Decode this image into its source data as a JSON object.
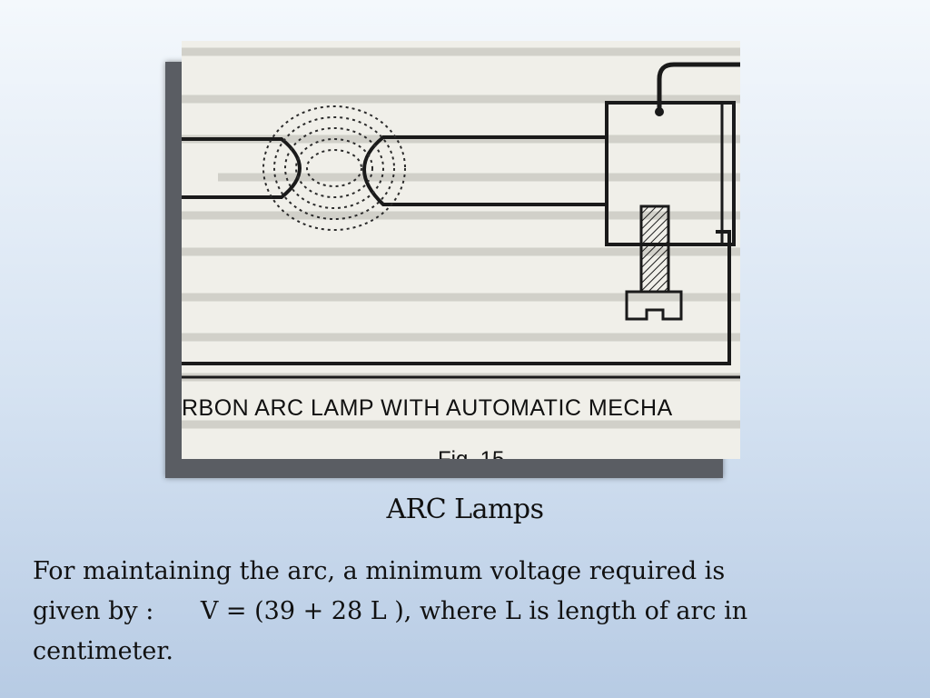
{
  "slide": {
    "figure": {
      "caption": "RBON ARC LAMP WITH AUTOMATIC MECHA",
      "label": "Fig. 15"
    },
    "title": "ARC Lamps",
    "body_lines": [
      "For maintaining the arc, a minimum voltage required is",
      "given by :      V = (39 + 28 L ), where L is length of arc in",
      "centimeter."
    ]
  }
}
